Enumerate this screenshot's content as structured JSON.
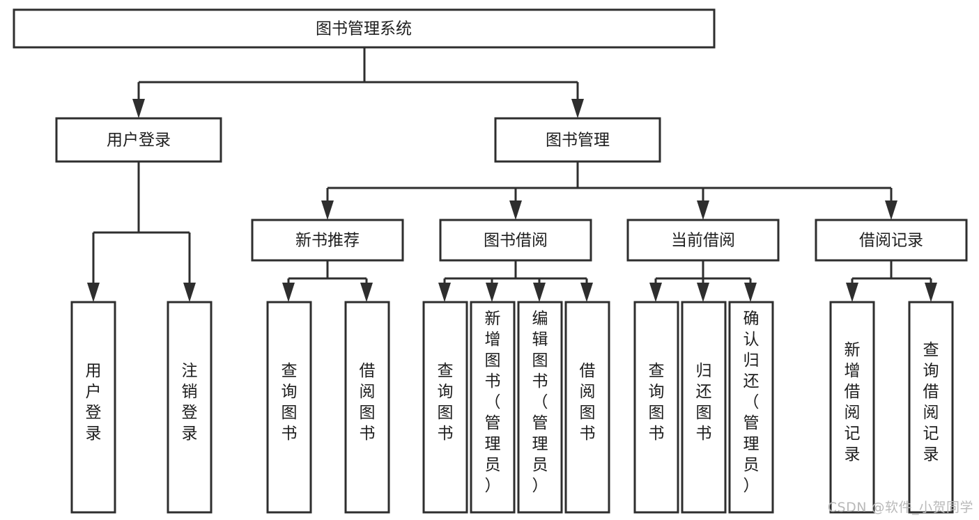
{
  "diagram": {
    "title": "图书管理系统",
    "type": "hierarchy-tree",
    "root": {
      "id": "root",
      "label": "图书管理系统",
      "orientation": "horizontal"
    },
    "level2": [
      {
        "id": "user-login",
        "label": "用户登录",
        "orientation": "horizontal"
      },
      {
        "id": "book-manage",
        "label": "图书管理",
        "orientation": "horizontal"
      }
    ],
    "level3": [
      {
        "id": "new-book-recommend",
        "label": "新书推荐",
        "parent": "book-manage",
        "orientation": "horizontal"
      },
      {
        "id": "book-borrow",
        "label": "图书借阅",
        "parent": "book-manage",
        "orientation": "horizontal"
      },
      {
        "id": "current-borrow",
        "label": "当前借阅",
        "parent": "book-manage",
        "orientation": "horizontal"
      },
      {
        "id": "borrow-record",
        "label": "借阅记录",
        "parent": "book-manage",
        "orientation": "horizontal"
      }
    ],
    "leaves": [
      {
        "id": "leaf-user-login",
        "label": "用户登录",
        "parent": "user-login",
        "orientation": "vertical"
      },
      {
        "id": "leaf-user-logout",
        "label": "注销登录",
        "parent": "user-login",
        "orientation": "vertical"
      },
      {
        "id": "leaf-query-book-1",
        "label": "查询图书",
        "parent": "new-book-recommend",
        "orientation": "vertical"
      },
      {
        "id": "leaf-borrow-book-1",
        "label": "借阅图书",
        "parent": "new-book-recommend",
        "orientation": "vertical"
      },
      {
        "id": "leaf-query-book-2",
        "label": "查询图书",
        "parent": "book-borrow",
        "orientation": "vertical"
      },
      {
        "id": "leaf-add-book",
        "label": "新增图书（管理员）",
        "parent": "book-borrow",
        "orientation": "vertical"
      },
      {
        "id": "leaf-edit-book",
        "label": "编辑图书（管理员）",
        "parent": "book-borrow",
        "orientation": "vertical"
      },
      {
        "id": "leaf-borrow-book-2",
        "label": "借阅图书",
        "parent": "book-borrow",
        "orientation": "vertical"
      },
      {
        "id": "leaf-query-book-3",
        "label": "查询图书",
        "parent": "current-borrow",
        "orientation": "vertical"
      },
      {
        "id": "leaf-return-book",
        "label": "归还图书",
        "parent": "current-borrow",
        "orientation": "vertical"
      },
      {
        "id": "leaf-confirm-return",
        "label": "确认归还（管理员）",
        "parent": "current-borrow",
        "orientation": "vertical"
      },
      {
        "id": "leaf-add-record",
        "label": "新增借阅记录",
        "parent": "borrow-record",
        "orientation": "vertical"
      },
      {
        "id": "leaf-query-record",
        "label": "查询借阅记录",
        "parent": "borrow-record",
        "orientation": "vertical"
      }
    ],
    "colors": {
      "box_fill": "#ffffff",
      "box_stroke": "#2e2e2e",
      "text": "#1d1d1d",
      "connector": "#2e2e2e",
      "background": "#ffffff",
      "watermark": "#b9b9b9"
    }
  },
  "watermark": {
    "text": "CSDN @软件_小贺同学"
  }
}
